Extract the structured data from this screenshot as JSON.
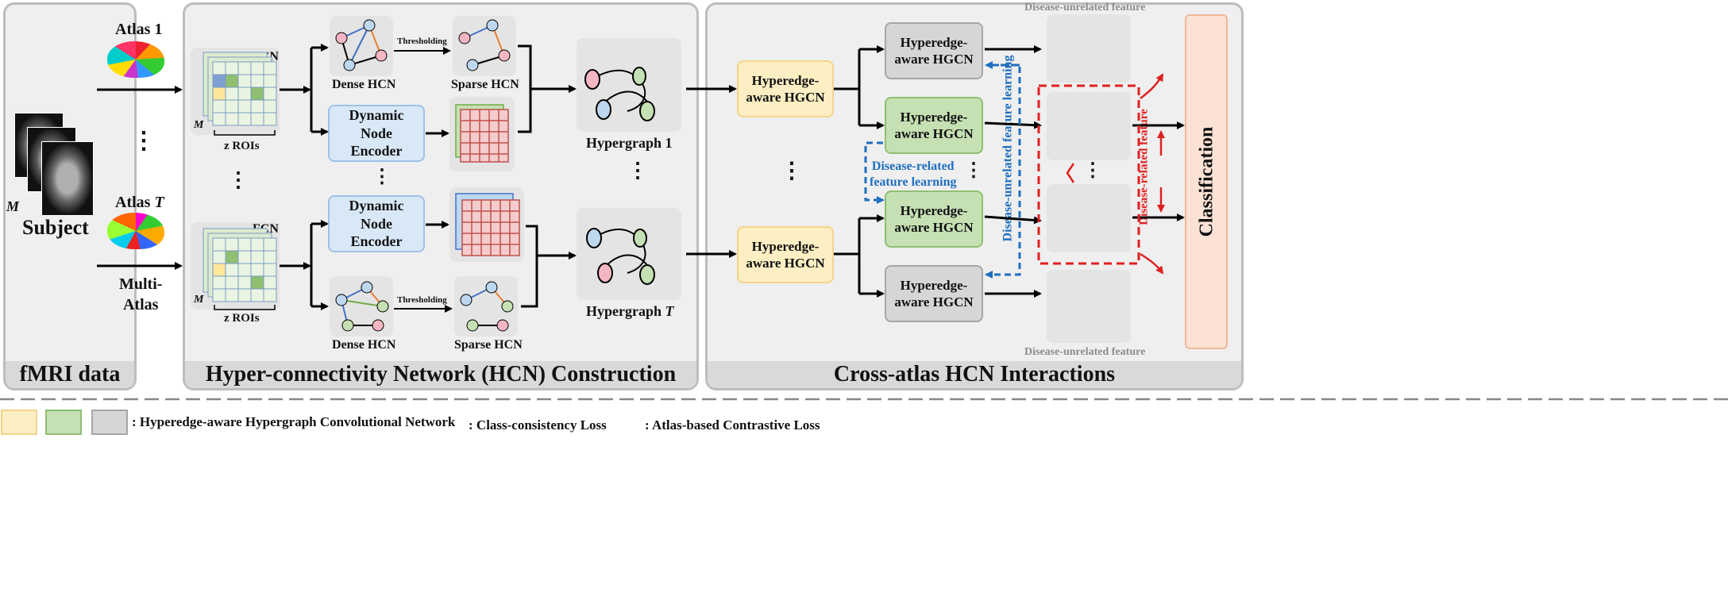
{
  "panels": {
    "fmri": "fMRI data",
    "hcn_construction": "Hyper-connectivity Network (HCN) Construction",
    "cross_atlas": "Cross-atlas HCN Interactions"
  },
  "subject": {
    "label": "Subject",
    "m": "M"
  },
  "atlases": {
    "first": "Atlas 1",
    "last_prefix": "Atlas",
    "last_suffix": "T",
    "multi": "Multi-\nAtlas",
    "dots": "⋮"
  },
  "fcn": {
    "title": "FCN",
    "rois": "z  ROIs",
    "m": "M"
  },
  "hcn": {
    "dense": "Dense HCN",
    "sparse": "Sparse HCN",
    "thresholding": "Thresholding"
  },
  "encoder": {
    "label": "Dynamic\nNode\nEncoder"
  },
  "hypergraphs": {
    "first": "Hypergraph 1",
    "last_prefix": "Hypergraph",
    "last_suffix": "T",
    "dots": "⋮"
  },
  "hgcn": {
    "label": "Hyperedge-\naware HGCN"
  },
  "features": {
    "unrelated": "Disease-unrelated feature",
    "related": "Disease-related feature"
  },
  "learning": {
    "related": "Disease-related\nfeature learning",
    "unrelated": "Disease-unrelated feature learning"
  },
  "classification": "Classification",
  "legend": {
    "hgcn": ": Hyperedge-aware Hypergraph Convolutional Network",
    "class_loss": ": Class-consistency Loss",
    "contrastive_loss": ": Atlas-based Contrastive Loss"
  },
  "colors": {
    "yellow": "#fdeec3",
    "green": "#c5e0b3",
    "gray": "#d6d6d6",
    "blue_arrow": "#1f6fbf",
    "red_dash": "#e02020",
    "panel": "#efefef"
  }
}
